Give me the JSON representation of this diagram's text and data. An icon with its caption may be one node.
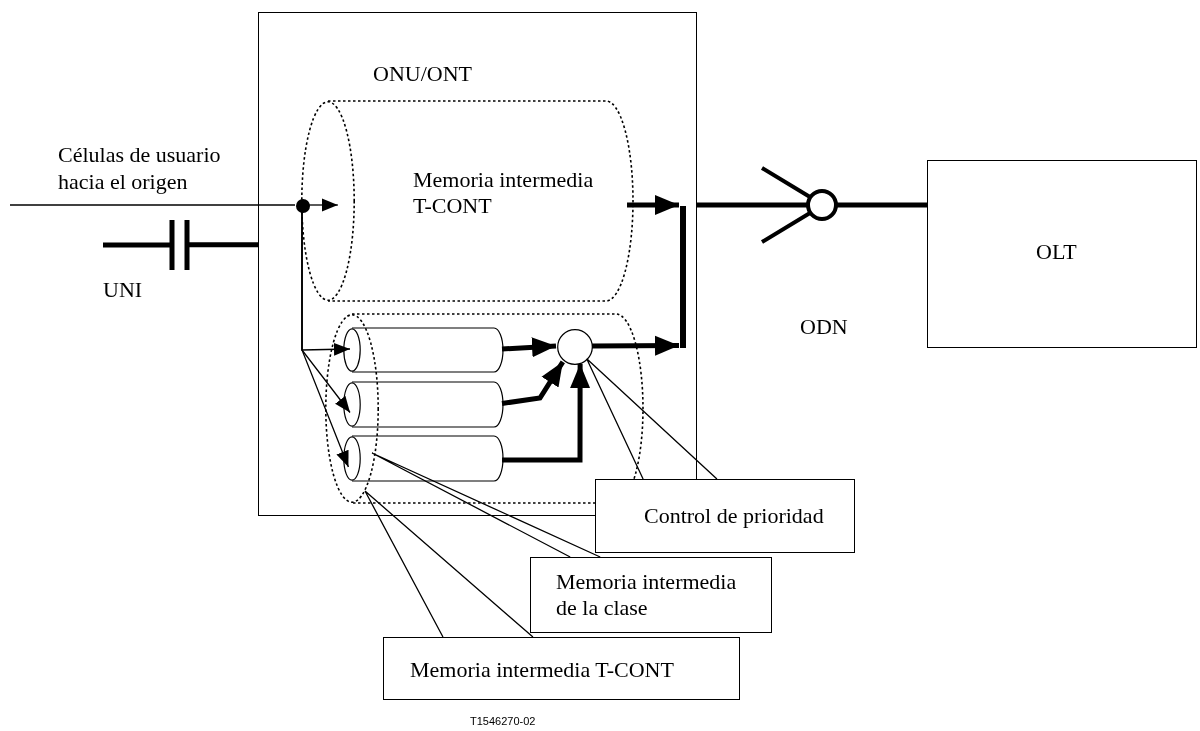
{
  "diagram": {
    "nodes": [
      {
        "text": [
          "ONU/ONT"
        ]
      },
      {
        "text": [
          "Memoria intermedia T-CONT"
        ],
        "in": 0
      },
      {
        "text": [],
        "shape": "cylinder",
        "in": 0
      },
      {
        "text": [],
        "shape": "cylinder",
        "in": 2
      },
      {
        "text": [],
        "shape": "cylinder",
        "in": 2
      },
      {
        "text": [],
        "shape": "cylinder",
        "in": 2
      },
      {
        "text": [],
        "shape": "circle",
        "in": 2
      },
      {
        "text": [],
        "shape": "bar",
        "in": 0
      },
      {
        "text": [],
        "shape": "circle",
        "in": 0
      },
      {
        "text": [],
        "shape": "circle"
      },
      {
        "text": [
          "OLT"
        ]
      },
      {
        "text": [
          "Control de prioridad"
        ]
      },
      {
        "text": [
          "Memoria intermedia de la clase"
        ]
      },
      {
        "text": [
          "Memoria intermedia T-CONT"
        ]
      }
    ],
    "edges": [
      {
        "from": null,
        "to": 8,
        "arrow": "none"
      },
      {
        "from": 8,
        "to": 1,
        "arrow": "to"
      },
      {
        "from": 8,
        "to": 3,
        "arrow": "to"
      },
      {
        "from": 8,
        "to": 4,
        "arrow": "to"
      },
      {
        "from": 8,
        "to": 5,
        "arrow": "to"
      },
      {
        "from": 1,
        "to": 7,
        "arrow": "to",
        "style": "thick"
      },
      {
        "from": 3,
        "to": 6,
        "arrow": "to",
        "style": "thick"
      },
      {
        "from": 4,
        "to": 6,
        "arrow": "to",
        "style": "thick"
      },
      {
        "from": 5,
        "to": 6,
        "arrow": "to",
        "style": "thick"
      },
      {
        "from": 6,
        "to": 7,
        "arrow": "to",
        "style": "thick"
      },
      {
        "from": 0,
        "to": 9,
        "arrow": "none",
        "style": "thick"
      },
      {
        "from": 9,
        "to": 10,
        "arrow": "none",
        "style": "thick"
      },
      {
        "from": null,
        "to": 0,
        "arrow": "none",
        "style": "thick"
      },
      {
        "from": 11,
        "to": 6,
        "arrow": "none"
      },
      {
        "from": 12,
        "to": 5,
        "arrow": "none"
      },
      {
        "from": 13,
        "to": 2,
        "arrow": "none"
      }
    ],
    "labels": [
      "Células de usuario hacia el origen",
      "UNI",
      "ODN",
      "T1546270-02"
    ]
  }
}
